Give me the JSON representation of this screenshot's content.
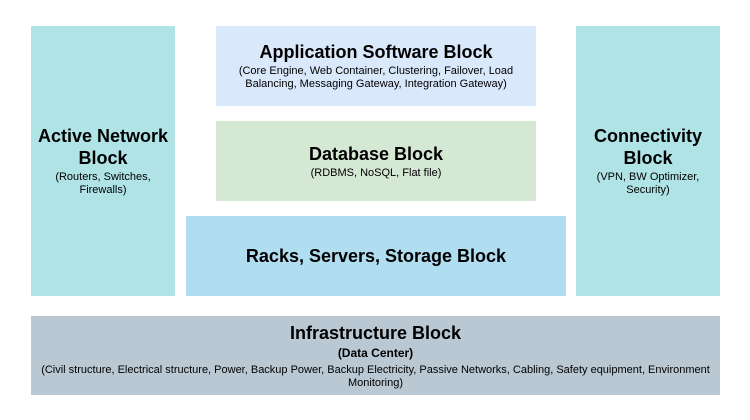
{
  "blocks": {
    "active_network": {
      "title": "Active Network Block",
      "subtitle": "(Routers, Switches, Firewalls)"
    },
    "application_software": {
      "title": "Application Software Block",
      "subtitle": "(Core Engine, Web Container, Clustering, Failover, Load Balancing, Messaging Gateway, Integration Gateway)"
    },
    "database": {
      "title": "Database Block",
      "subtitle": "(RDBMS, NoSQL, Flat file)"
    },
    "racks_servers_storage": {
      "title": "Racks, Servers, Storage Block"
    },
    "connectivity": {
      "title": "Connectivity Block",
      "subtitle": "(VPN, BW Optimizer, Security)"
    },
    "infrastructure": {
      "title": "Infrastructure Block",
      "label": "(Data Center)",
      "subtitle": "(Civil structure, Electrical structure, Power, Backup Power, Backup Electricity, Passive Networks, Cabling, Safety equipment, Environment Monitoring)"
    }
  },
  "colors": {
    "side_blocks": "#b0e3e6",
    "application_software": "#dae8fc",
    "database": "#d5e8d4",
    "racks_servers_storage": "#b1ddf0",
    "infrastructure": "#bac8d3"
  }
}
